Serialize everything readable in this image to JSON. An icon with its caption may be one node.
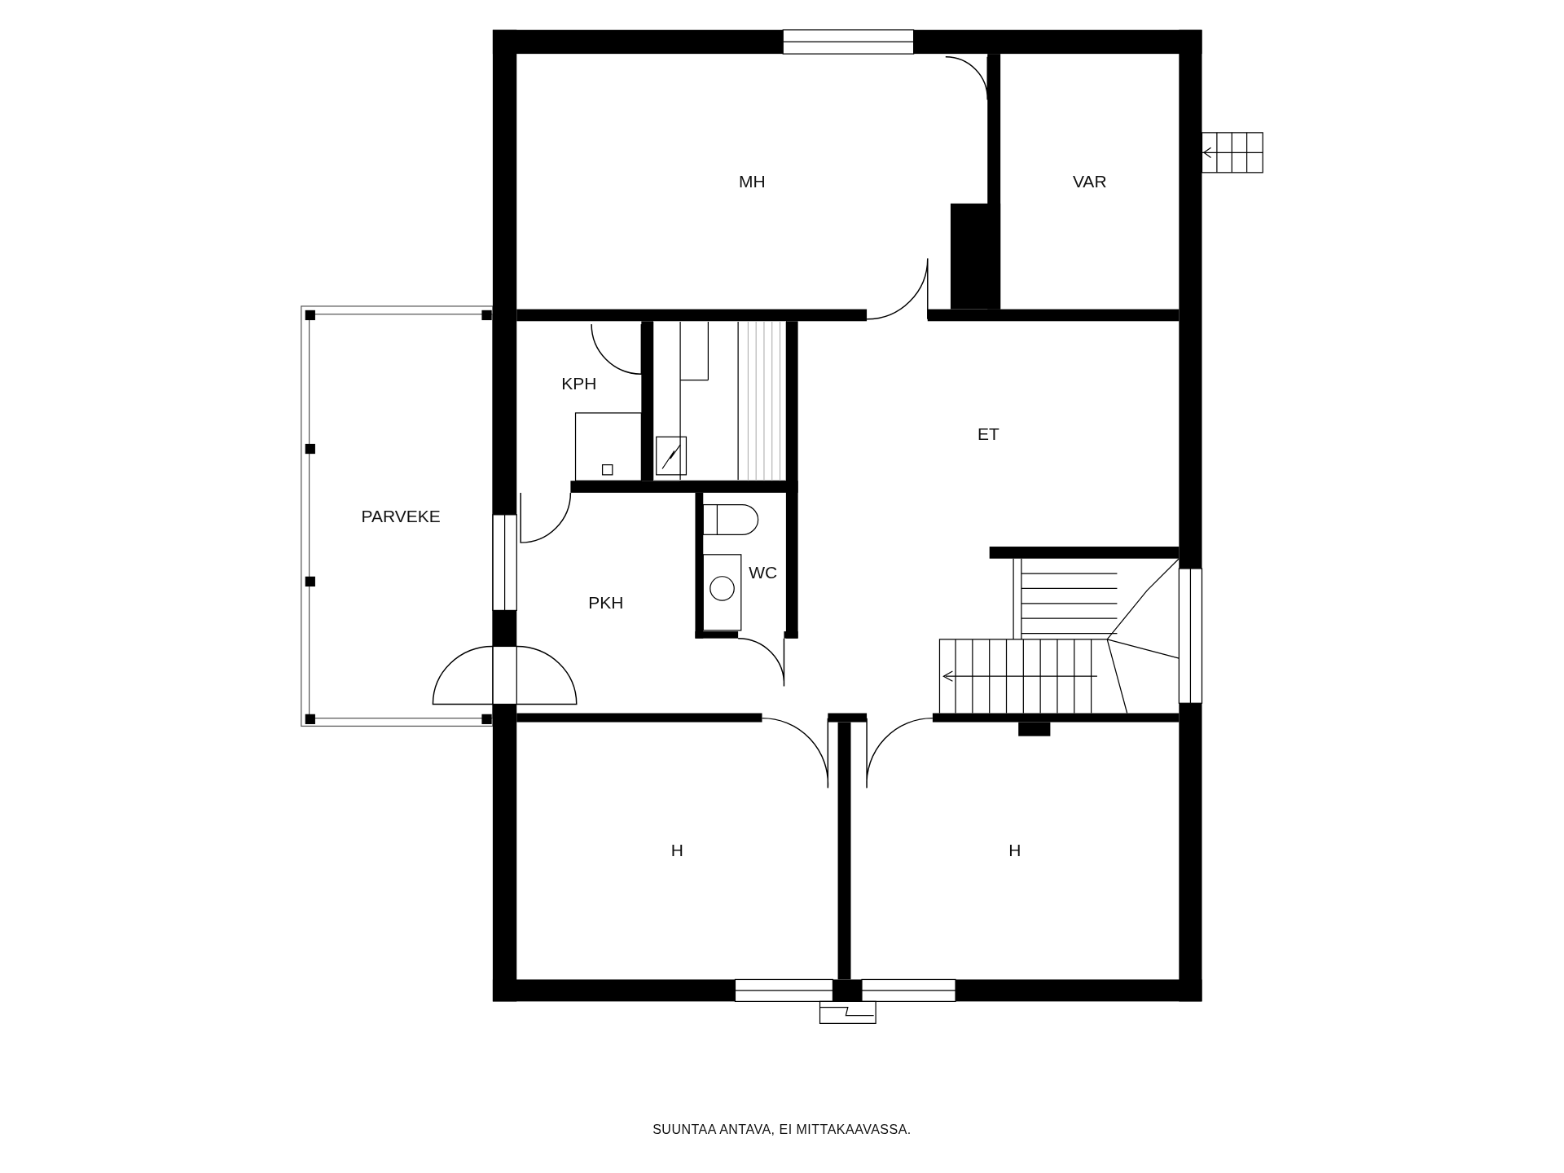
{
  "diagram": {
    "caption": "SUUNTAA ANTAVA, EI MITTAKAAVASSA.",
    "nodes": [
      {
        "text": [
          "MH"
        ]
      },
      {
        "text": [
          "VAR"
        ]
      },
      {
        "text": [
          "KPH"
        ]
      },
      {
        "text": [],
        "shape": "box"
      },
      {
        "text": [
          "ET"
        ]
      },
      {
        "text": [
          "PARVEKE"
        ]
      },
      {
        "text": [
          "PKH"
        ]
      },
      {
        "text": [
          "WC"
        ]
      },
      {
        "text": [
          "H"
        ]
      },
      {
        "text": [
          "H"
        ]
      }
    ]
  }
}
